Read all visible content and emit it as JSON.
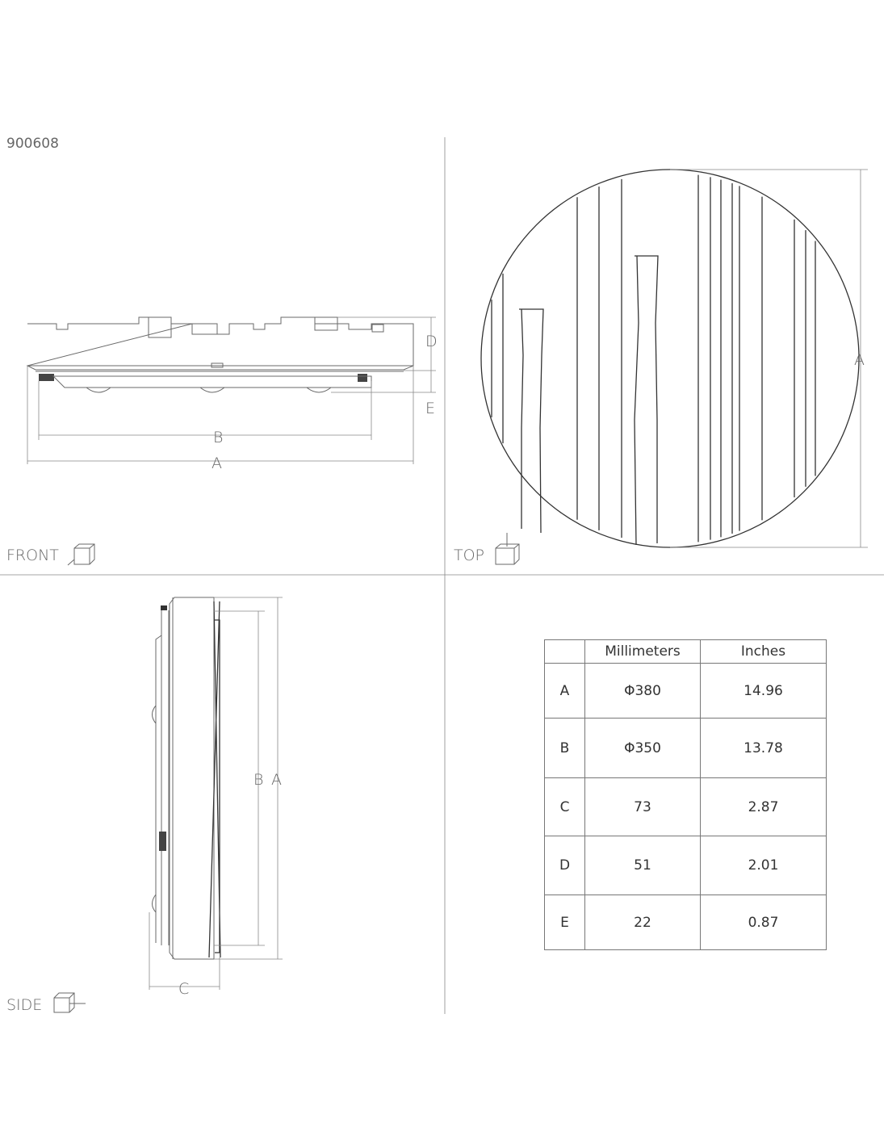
{
  "product_code": "900608",
  "views": {
    "front": "FRONT",
    "top": "TOP",
    "side": "SIDE"
  },
  "dimension_labels": {
    "a": "A",
    "b": "B",
    "c": "C",
    "d": "D",
    "e": "E"
  },
  "table": {
    "headers": [
      "",
      "Millimeters",
      "Inches"
    ],
    "rows": [
      {
        "label": "A",
        "mm": "Φ380",
        "in": "14.96"
      },
      {
        "label": "B",
        "mm": "Φ350",
        "in": "13.78"
      },
      {
        "label": "C",
        "mm": "73",
        "in": "2.87"
      },
      {
        "label": "D",
        "mm": "51",
        "in": "2.01"
      },
      {
        "label": "E",
        "mm": "22",
        "in": "0.87"
      }
    ]
  }
}
